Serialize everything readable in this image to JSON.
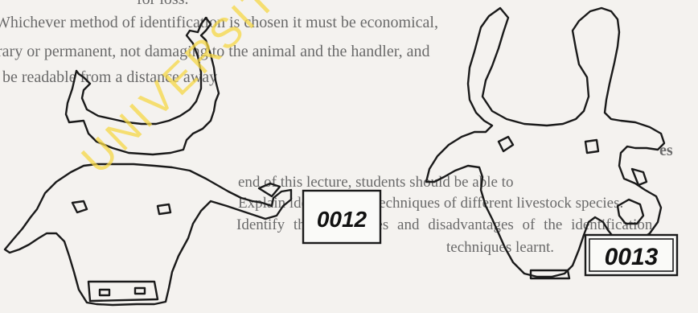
{
  "background_text": {
    "line_1": "for loss.",
    "line_2": "Whichever method of identification is chosen it must be economical,",
    "line_3": "rary or permanent, not damaging to the animal and the handler, and",
    "line_4": "be readable from a distance away",
    "heading": "es",
    "line_5": "end of this lecture, students should be able to",
    "item_1": "Explain identification techniques of different livestock species.",
    "item_2": "Identify the advantages and disadvantages of the identification",
    "item_3": "techniques learnt."
  },
  "figures": {
    "left_tag_number": "0012",
    "right_tag_number": "0013"
  },
  "watermark": {
    "text": "UNIVERSITY O"
  },
  "colors": {
    "outline": "#1a1a1a",
    "watermark": "#f5d746",
    "page": "#f4f2ef"
  }
}
